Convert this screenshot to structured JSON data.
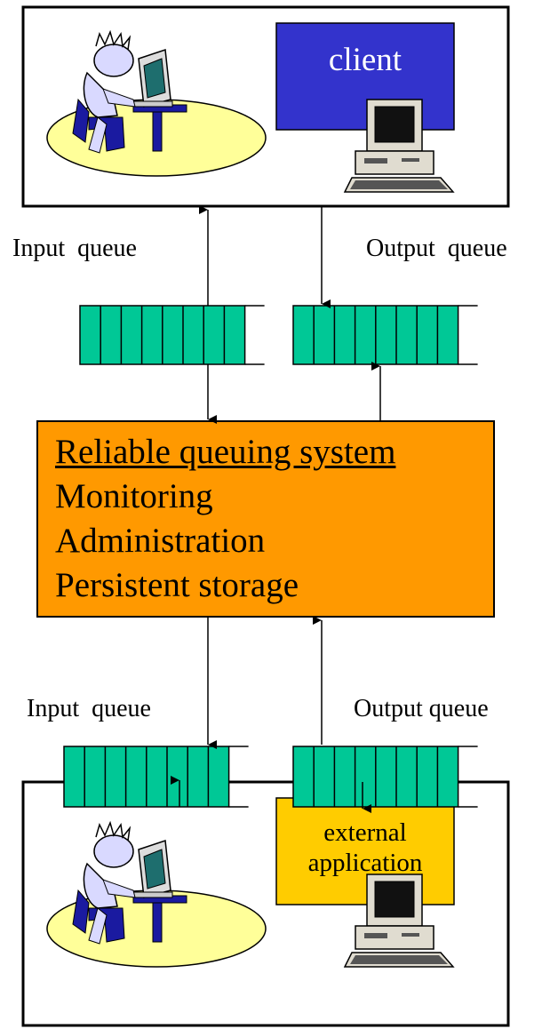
{
  "client_label": "client",
  "external_app_label": [
    "external",
    "application"
  ],
  "queues": {
    "top_input_label": "Input  queue",
    "top_output_label": "Output  queue",
    "bottom_input_label": "Input  queue",
    "bottom_output_label": "Output queue"
  },
  "system": {
    "title": "Reliable queuing system",
    "lines": [
      "Monitoring",
      "Administration",
      "Persistent storage"
    ]
  },
  "colors": {
    "queue_fill": "#00c896",
    "system_fill": "#ff9900",
    "client_fill": "#3333cc",
    "external_fill": "#ffcc00",
    "table_fill": "#ffff99"
  }
}
